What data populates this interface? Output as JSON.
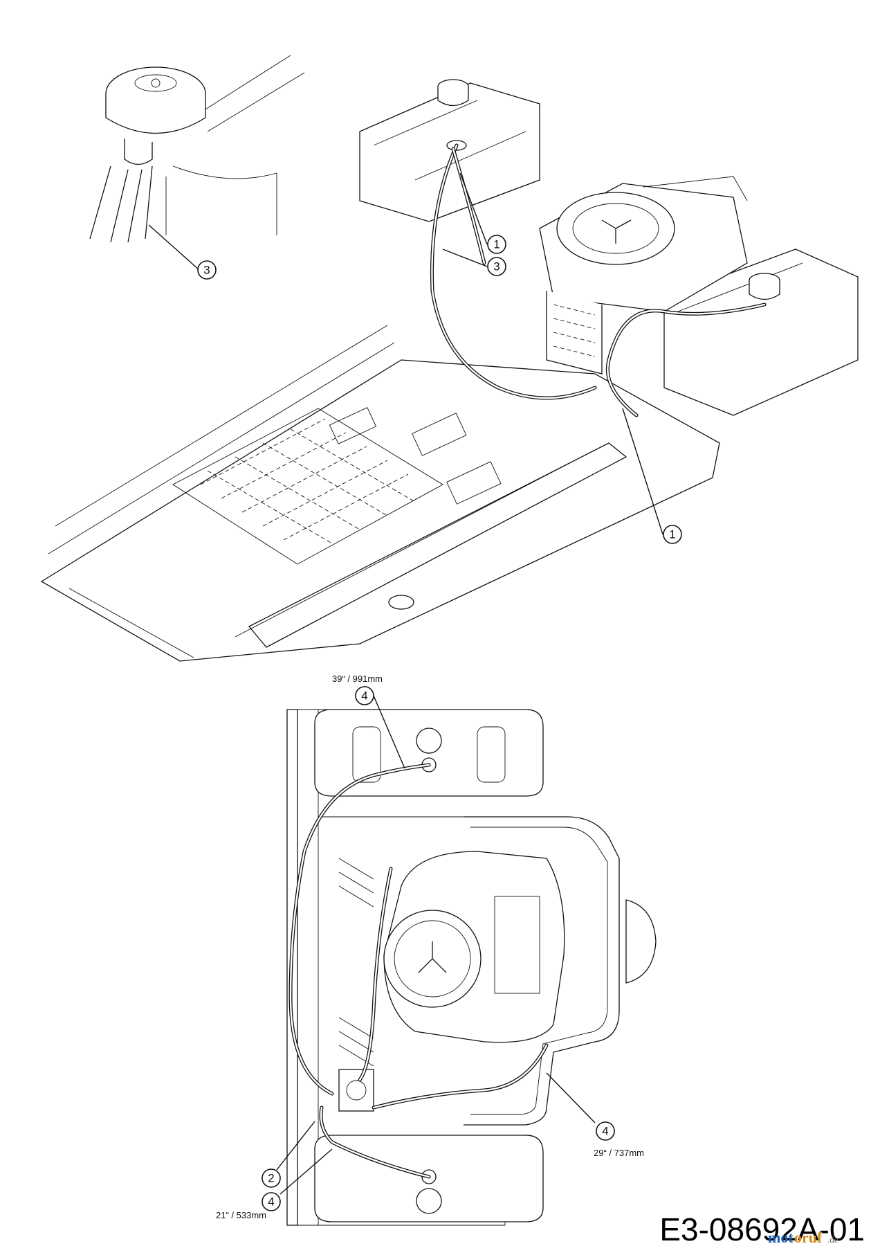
{
  "callouts": {
    "c1_top": "1",
    "c3_top": "3",
    "c3_inset": "3",
    "c1_bottom": "1",
    "c4_top": "4",
    "c4_right": "4",
    "c2": "2",
    "c4_bottom": "4"
  },
  "measurements": {
    "top": "39“ / 991mm",
    "right": "29“ / 737mm",
    "bottom": "21“ / 533mm"
  },
  "diagram_code": "E3-08692A-01",
  "watermark": {
    "brand_part1": "mot",
    "brand_part2": "oruf",
    "suffix": ".de",
    "colors": {
      "part1": "#1a5fb4",
      "part2": "#d08a1a"
    }
  }
}
